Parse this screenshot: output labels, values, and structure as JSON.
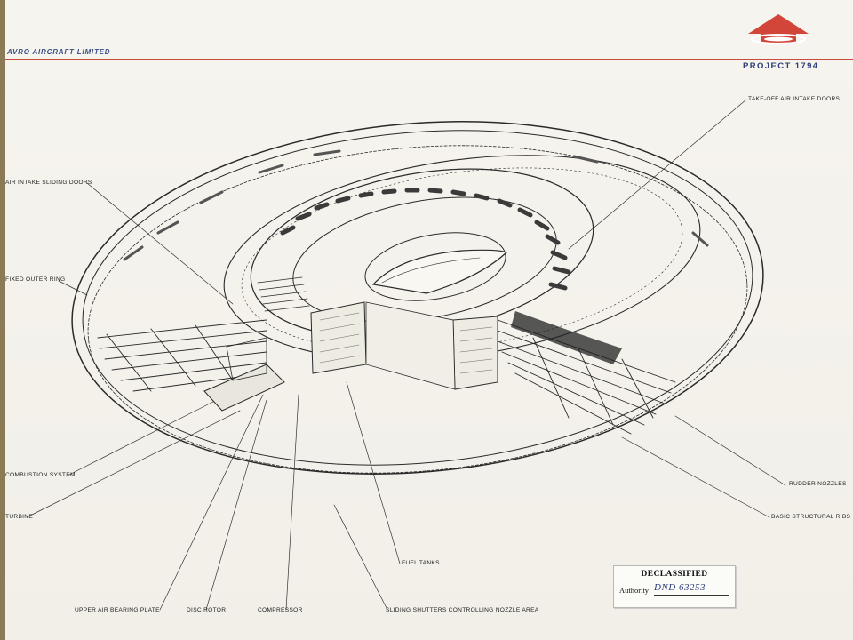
{
  "header": {
    "company": "AVRO AIRCRAFT LIMITED",
    "project_title": "PROJECT 1794",
    "accent_color": "#c94b3f",
    "title_color": "#2d3f78"
  },
  "labels": {
    "takeoff_doors": "TAKE-OFF AIR INTAKE DOORS",
    "sliding_doors": "AIR INTAKE SLIDING DOORS",
    "outer_ring": "FIXED OUTER RING",
    "combustion": "COMBUSTION SYSTEM",
    "turbine": "TURBINE",
    "rudder_nozzles": "RUDDER NOZZLES",
    "structural_ribs": "BASIC STRUCTURAL RIBS",
    "fuel_tanks": "FUEL TANKS",
    "upper_plate": "UPPER AIR BEARING PLATE",
    "disc_rotor": "DISC ROTOR",
    "compressor": "COMPRESSOR",
    "sliding_shutters": "SLIDING SHUTTERS CONTROLLING NOZZLE AREA"
  },
  "stamp": {
    "heading": "DECLASSIFIED",
    "authority_label": "Authority",
    "authority_value": "DND 63253"
  },
  "icons": {
    "logo": "disc-arrow-logo-icon"
  }
}
